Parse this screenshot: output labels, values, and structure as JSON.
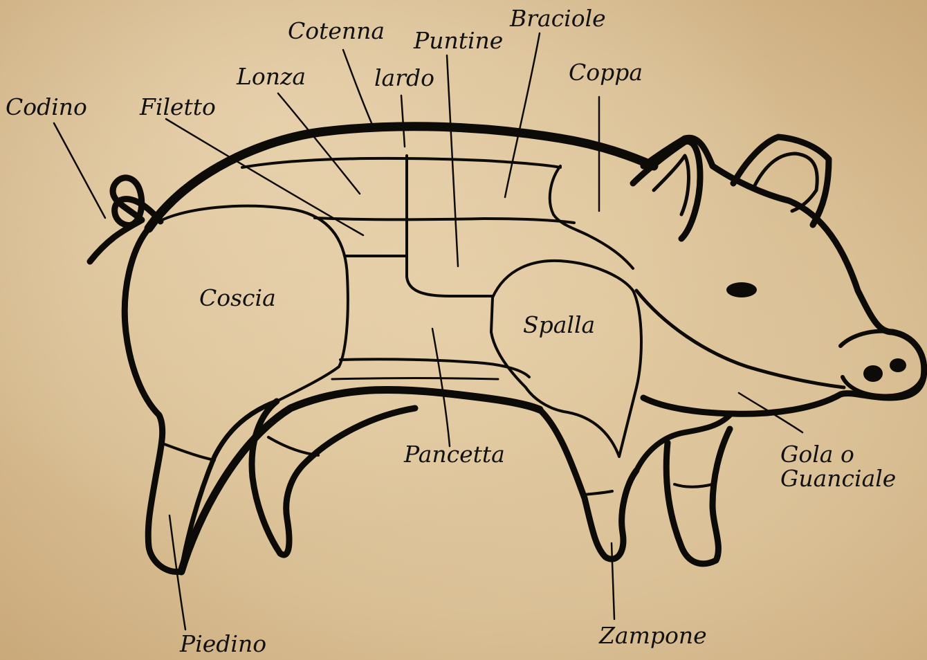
{
  "colors": {
    "paper": "#dcc296",
    "ink": "#0d0b08"
  },
  "labels": {
    "codino": "Codino",
    "filetto": "Filetto",
    "lonza": "Lonza",
    "cotenna": "Cotenna",
    "lardo": "lardo",
    "puntine": "Puntine",
    "braciole": "Braciole",
    "coppa": "Coppa",
    "coscia": "Coscia",
    "spalla": "Spalla",
    "pancetta": "Pancetta",
    "gola_line1": "Gola o",
    "gola_line2": "Guanciale",
    "piedino": "Piedino",
    "zampone": "Zampone"
  }
}
